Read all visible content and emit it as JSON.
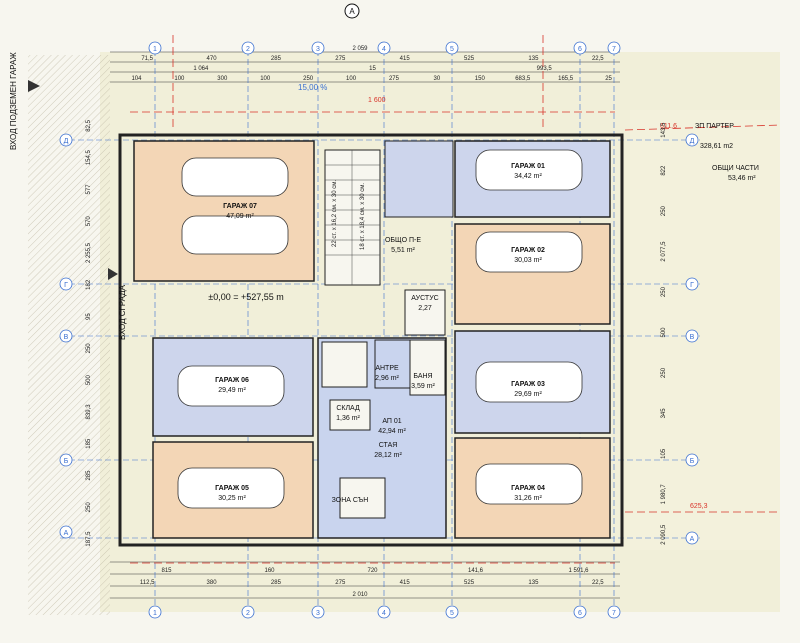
{
  "title_level": "±0,00 = +527,55 m",
  "side_labels": {
    "garage_entry": "ВХОД ПОДЗЕМЕН ГАРАЖ",
    "building_entry": "ВХОД СГРАДА",
    "zp_parter": "ЗП ПАРТЕР",
    "zp_value": "611,6",
    "area_total": "328,61 m2",
    "common_parts": "ОБЩИ ЧАСТИ",
    "common_parts_area": "53,46 m²",
    "dim_625": "625,3",
    "dim_600": "1 600",
    "dim_1500": "15,00 %"
  },
  "rooms": {
    "g07": {
      "name": "ГАРАЖ 07",
      "area": "47,09 m²"
    },
    "g01": {
      "name": "ГАРАЖ 01",
      "area": "34,42 m²"
    },
    "g02": {
      "name": "ГАРАЖ 02",
      "area": "30,03 m²"
    },
    "g03": {
      "name": "ГАРАЖ 03",
      "area": "29,69 m²"
    },
    "g04": {
      "name": "ГАРАЖ 04",
      "area": "31,26 m²"
    },
    "g05": {
      "name": "ГАРАЖ 05",
      "area": "30,25 m²"
    },
    "g06": {
      "name": "ГАРАЖ 06",
      "area": "29,49 m²"
    },
    "obshto": {
      "name": "ОБЩО П-Е",
      "area": "5,51 m²"
    },
    "aust": {
      "name": "АУСТУС",
      "area": "2,27"
    },
    "antre": {
      "name": "АНТРЕ",
      "area": "2,96 m²"
    },
    "banya": {
      "name": "БАНЯ",
      "area": "3,59 m²"
    },
    "sklad": {
      "name": "СКЛАД",
      "area": "1,36 m²"
    },
    "ap01": {
      "name": "АП 01",
      "area": "42,94 m²"
    },
    "staya": {
      "name": "СТАЯ",
      "area": "28,12 m²"
    },
    "zona": {
      "name": "ЗОНА СЪН"
    }
  },
  "stairs": {
    "a": "22 ст. х 16,2 см. х 30 см.",
    "b": "18 ст. х 18,4 см. х 30 см."
  },
  "axes_num": [
    "1",
    "2",
    "3",
    "4",
    "5",
    "6",
    "7"
  ],
  "axes_let": [
    "Д",
    "Г",
    "В",
    "Б",
    "А"
  ],
  "axis_a_marker": "А",
  "dims": {
    "top_total": "2 059",
    "top_row1": [
      "71,5",
      "470",
      "285",
      "275",
      "415",
      "525",
      "135",
      "22,5"
    ],
    "top_row2": [
      "1 064",
      "15",
      "993,5"
    ],
    "top_row3": [
      "104",
      "100",
      "300",
      "100",
      "250",
      "100",
      "275",
      "30",
      "150",
      "683,5",
      "165,5",
      "25"
    ],
    "bottom_total": "2 010",
    "bottom_row1": [
      "112,5",
      "380",
      "285",
      "275",
      "415",
      "525",
      "135",
      "22,5"
    ],
    "bottom_row2": [
      "815",
      "160",
      "720",
      "141,6",
      "1 591,6"
    ],
    "left_vals": [
      "82,5",
      "154,5",
      "577",
      "570",
      "2 255,5",
      "182",
      "95",
      "250",
      "500",
      "839,3",
      "185",
      "285",
      "250",
      "187,5"
    ],
    "right_vals": [
      "143,5",
      "822",
      "250",
      "2 077,5",
      "250",
      "500",
      "250",
      "345",
      "105",
      "1 980,7",
      "2 090,5"
    ]
  }
}
